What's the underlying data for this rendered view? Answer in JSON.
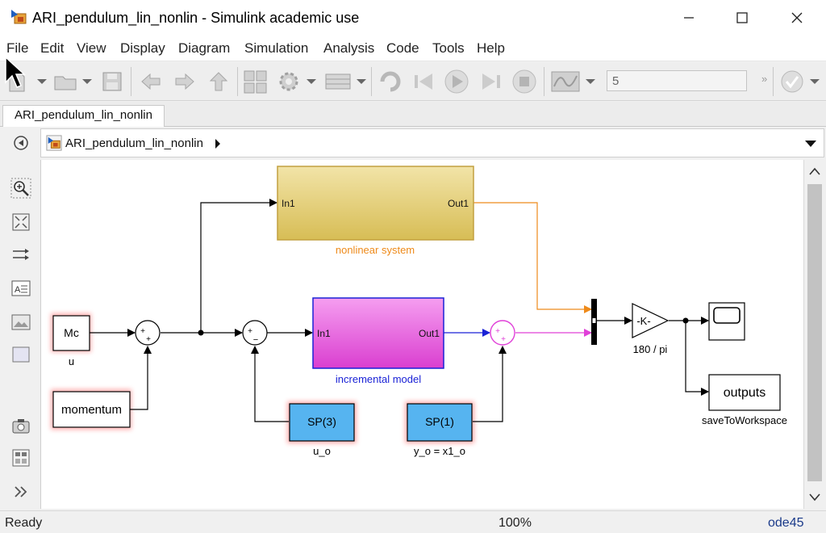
{
  "window": {
    "title": "ARI_pendulum_lin_nonlin - Simulink academic use",
    "minimize_glyph": "—",
    "maximize_glyph": "☐",
    "close_glyph": "✕"
  },
  "menu": {
    "items": [
      "File",
      "Edit",
      "View",
      "Display",
      "Diagram",
      "Simulation",
      "Analysis",
      "Code",
      "Tools",
      "Help"
    ]
  },
  "toolbar": {
    "stop_time": "5",
    "more_glyph": "»"
  },
  "tab": {
    "label": "ARI_pendulum_lin_nonlin"
  },
  "breadcrumb": {
    "label": "ARI_pendulum_lin_nonlin"
  },
  "diagram": {
    "nonlinear": {
      "in": "In1",
      "out": "Out1",
      "caption": "nonlinear system"
    },
    "incremental": {
      "in": "In1",
      "out": "Out1",
      "caption": "incremental model"
    },
    "mc": {
      "text": "Mc",
      "caption": "u"
    },
    "momentum": {
      "text": "momentum"
    },
    "sp3": {
      "text": "SP(3)",
      "caption": "u_o"
    },
    "sp1": {
      "text": "SP(1)",
      "caption": "y_o = x1_o"
    },
    "gain": {
      "text": "-K-",
      "caption": "180 / pi"
    },
    "outputs": {
      "text": "outputs",
      "caption": "saveToWorkspace"
    },
    "sum1": {
      "sign_a": "+",
      "sign_b": "+"
    },
    "sum2": {
      "sign_a": "+",
      "sign_b": "−"
    },
    "sum3": {
      "sign_a": "+",
      "sign_b": "+"
    }
  },
  "status": {
    "ready": "Ready",
    "zoom": "100%",
    "solver": "ode45"
  },
  "colors": {
    "nonlinear_fill": "#e2cf7a",
    "incremental_fill": "#e468dc",
    "sp_fill": "#56b4f0",
    "orange_signal": "#ee8a1a",
    "magenta_signal": "#e040d8",
    "blue_signal": "#1a22d6"
  },
  "icons": [
    "simulink-model-icon",
    "new-icon",
    "open-icon",
    "save-icon",
    "back-icon",
    "forward-icon",
    "up-icon",
    "library-browser-icon",
    "model-settings-icon",
    "model-explorer-icon",
    "update-icon",
    "step-back-icon",
    "run-icon",
    "step-forward-icon",
    "stop-icon",
    "data-inspector-icon",
    "check-icon",
    "zoom-in-icon",
    "fit-view-icon",
    "route-lines-icon",
    "annotation-icon",
    "image-icon",
    "area-icon",
    "camera-icon",
    "model-browser-icon",
    "expand-icon",
    "hide-browser-icon"
  ]
}
